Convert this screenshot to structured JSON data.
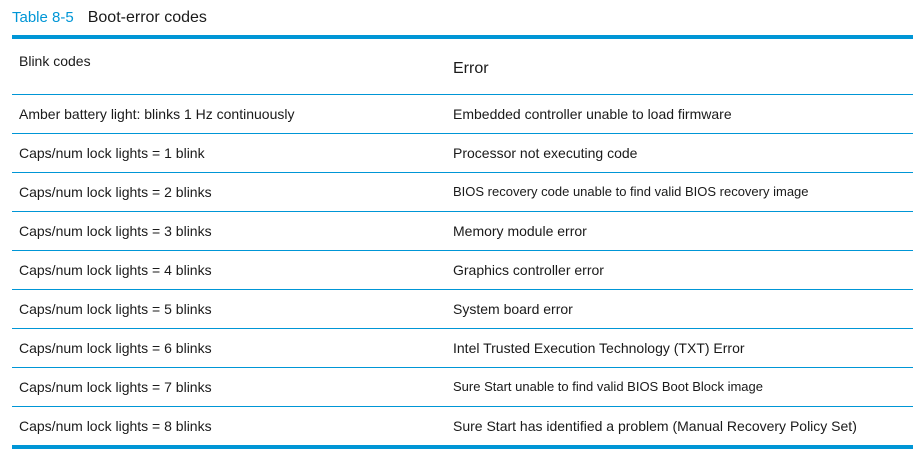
{
  "caption": {
    "number": "Table 8-5",
    "title": "Boot-error codes"
  },
  "table": {
    "headers": [
      "Blink codes",
      "Error"
    ],
    "rows": [
      {
        "blink": "Amber battery light: blinks 1 Hz continuously",
        "error": "Embedded controller unable to load firmware"
      },
      {
        "blink": "Caps/num lock lights = 1 blink",
        "error": "Processor not executing code"
      },
      {
        "blink": "Caps/num lock lights = 2 blinks",
        "error": "BIOS recovery code unable to find valid BIOS recovery image"
      },
      {
        "blink": "Caps/num lock lights = 3 blinks",
        "error": "Memory module error"
      },
      {
        "blink": "Caps/num lock lights = 4 blinks",
        "error": "Graphics controller error"
      },
      {
        "blink": "Caps/num lock lights = 5 blinks",
        "error": "System board error"
      },
      {
        "blink": "Caps/num lock lights = 6 blinks",
        "error": "Intel Trusted Execution Technology (TXT) Error"
      },
      {
        "blink": "Caps/num lock lights = 7 blinks",
        "error": "Sure Start unable to find valid BIOS Boot Block image"
      },
      {
        "blink": "Caps/num lock lights = 8 blinks",
        "error": "Sure Start has identified a problem (Manual Recovery Policy Set)"
      }
    ]
  },
  "colors": {
    "accent": "#0096d6",
    "text": "#1a1a1a"
  }
}
